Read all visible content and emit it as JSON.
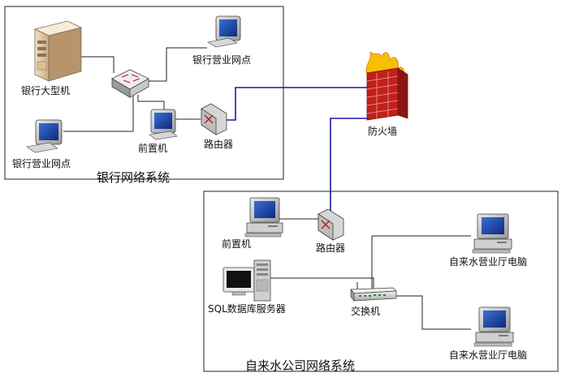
{
  "bank": {
    "title": "银行网络系统",
    "mainframe": "银行大型机",
    "branch_top": "银行营业网点",
    "branch_bottom": "银行营业网点",
    "front_end": "前置机",
    "router": "路由器"
  },
  "firewall": {
    "label": "防火墙"
  },
  "water": {
    "title": "自来水公司网络系统",
    "front_end": "前置机",
    "router": "路由器",
    "sql_server": "SQL数据库服务器",
    "switch": "交换机",
    "hall_pc_1": "自来水营业厅电脑",
    "hall_pc_2": "自来水营业厅电脑"
  },
  "colors": {
    "wan_link": "#1a1aa8",
    "lan_link": "#222222",
    "firewall_brick": "#c0201a",
    "firewall_flame": "#f5c000"
  }
}
